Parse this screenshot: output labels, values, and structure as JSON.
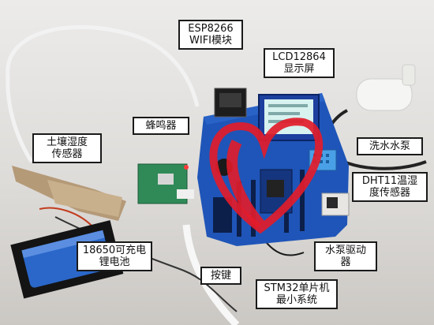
{
  "labels": {
    "esp8266": {
      "line1": "ESP8266",
      "line2": "WIFI模块"
    },
    "lcd": {
      "line1": "LCD12864",
      "line2": "显示屏"
    },
    "buzzer": {
      "line1": "蜂鸣器"
    },
    "soil": {
      "line1": "土壤湿度",
      "line2": "传感器"
    },
    "pump": {
      "line1": "洗水水泵"
    },
    "dht11": {
      "line1": "DHT11温湿",
      "line2": "度传感器"
    },
    "battery": {
      "line1": "18650可充电",
      "line2": "锂电池"
    },
    "pump_driver": {
      "line1": "水泵驱动",
      "line2": "器"
    },
    "keys": {
      "line1": "按键"
    },
    "stm32": {
      "line1": "STM32单片机",
      "line2": "最小系统"
    }
  },
  "colors": {
    "pcb_blue": "#1f55b8",
    "logo_red": "#e21c2a",
    "battery_blue": "#2a67c9",
    "module_green": "#2f8a57"
  }
}
